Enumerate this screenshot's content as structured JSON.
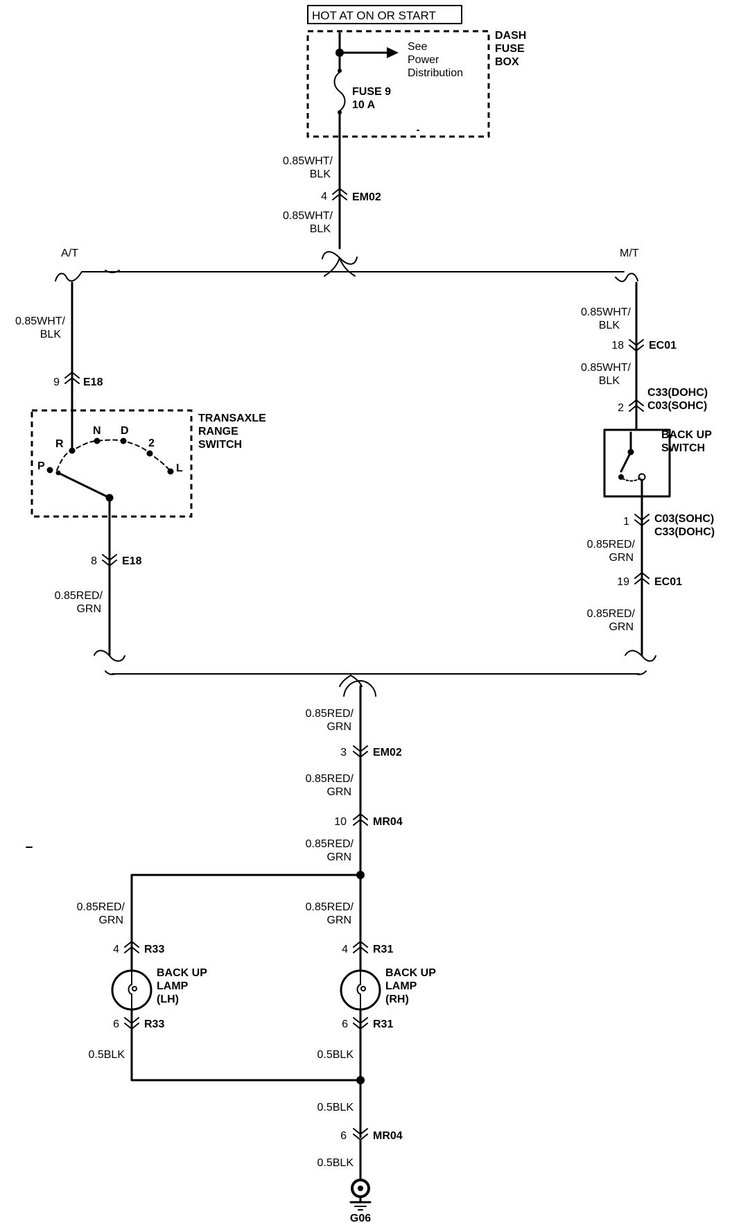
{
  "top": {
    "hot_label": "HOT AT ON OR START",
    "fuse_box": [
      "DASH",
      "FUSE",
      "BOX"
    ],
    "see_power": [
      "See",
      "Power",
      "Distribution"
    ],
    "fuse": [
      "FUSE 9",
      "10 A"
    ]
  },
  "wires": {
    "wht_blk_a": "0.85WHT/",
    "wht_blk_b": "BLK",
    "red_grn_a": "0.85RED/",
    "red_grn_b": "GRN",
    "blk": "0.5BLK"
  },
  "branches": {
    "at": "A/T",
    "mt": "M/T"
  },
  "connectors": {
    "em02_top": {
      "pin": "4",
      "name": "EM02"
    },
    "e18_top": {
      "pin": "9",
      "name": "E18"
    },
    "e18_bottom": {
      "pin": "8",
      "name": "E18"
    },
    "ec01_top": {
      "pin": "18",
      "name": "EC01"
    },
    "c33_top": {
      "pin": "2",
      "name": "C33(DOHC)",
      "alt": "C03(SOHC)"
    },
    "c03_bottom": {
      "pin": "1",
      "name": "C03(SOHC)",
      "alt": "C33(DOHC)"
    },
    "ec01_bottom": {
      "pin": "19",
      "name": "EC01"
    },
    "em02_bottom": {
      "pin": "3",
      "name": "EM02"
    },
    "mr04_top": {
      "pin": "10",
      "name": "MR04"
    },
    "r33_top": {
      "pin": "4",
      "name": "R33"
    },
    "r33_bottom": {
      "pin": "6",
      "name": "R33"
    },
    "r31_top": {
      "pin": "4",
      "name": "R31"
    },
    "r31_bottom": {
      "pin": "6",
      "name": "R31"
    },
    "mr04_bottom": {
      "pin": "6",
      "name": "MR04"
    }
  },
  "components": {
    "transaxle_switch": [
      "TRANSAXLE",
      "RANGE",
      "SWITCH"
    ],
    "positions": [
      "P",
      "R",
      "N",
      "D",
      "2",
      "L"
    ],
    "backup_switch": [
      "BACK UP",
      "SWITCH"
    ],
    "lamp_lh": [
      "BACK UP",
      "LAMP",
      "(LH)"
    ],
    "lamp_rh": [
      "BACK UP",
      "LAMP",
      "(RH)"
    ],
    "ground": "G06"
  }
}
